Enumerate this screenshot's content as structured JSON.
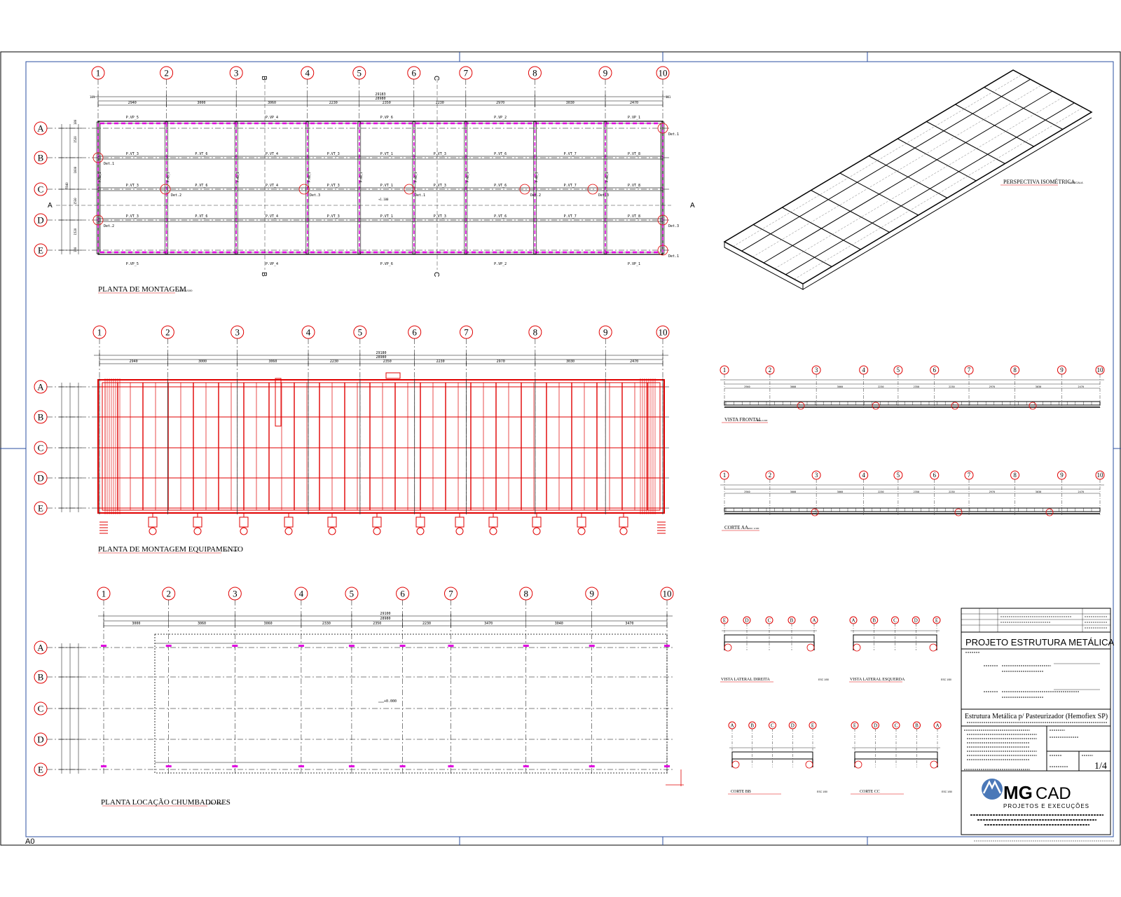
{
  "sheet": {
    "format": "A0",
    "colors": {
      "frame": "#000000",
      "blue": "#2b4fa0",
      "magenta": "#e000e0",
      "red": "#e00000",
      "grid": "#000000"
    }
  },
  "grid_columns": [
    "1",
    "2",
    "3",
    "4",
    "5",
    "6",
    "7",
    "8",
    "9",
    "10"
  ],
  "grid_rows": [
    "A",
    "B",
    "C",
    "D",
    "E"
  ],
  "plan1": {
    "title": "PLANTA DE MONTAGEM",
    "tag": "ESC: 1/100",
    "dim_total_outer": "29183",
    "dim_total": "28980",
    "dim_edge": "101",
    "spans": [
      "2940",
      "3000",
      "3060",
      "2230",
      "2350",
      "2230",
      "2970",
      "3030",
      "2470"
    ],
    "row_dims": [
      "180",
      "1520",
      "1600",
      "1530",
      "1520",
      "180"
    ],
    "row_total": "7840",
    "top_beams": [
      "P.VP_5",
      "P.VP_4",
      "P.VP_6",
      "P.VP_2",
      "P.VP_1"
    ],
    "mid_beams": [
      "P.VT_3",
      "P.VT_6",
      "P.VT_4",
      "P.VT_3",
      "P.VT_1",
      "P.VT_3",
      "P.VT_6",
      "P.VT_7",
      "P.VT_8"
    ],
    "cross_beams": [
      "P.VB_1",
      "P.VB_1",
      "P.VB_1",
      "P.VB_1",
      "P.VB_1",
      "P.VB_1",
      "P.VB_1",
      "P.VB_1",
      "P.VB_1"
    ],
    "details": [
      "Det.1",
      "Det.2",
      "Det.3"
    ],
    "section_marks": [
      "A",
      "B",
      "C"
    ],
    "elevation": "+1.100"
  },
  "plan2": {
    "title": "PLANTA DE MONTAGEM EQUIPAMENTO",
    "tag": "ESC: 1/100",
    "dim_total_outer": "29180",
    "dim_total": "28980",
    "spans": [
      "2940",
      "3000",
      "3060",
      "2230",
      "2350",
      "2230",
      "2970",
      "3030",
      "2470"
    ]
  },
  "plan3": {
    "title": "PLANTA LOCAÇÃO CHUMBADORES",
    "tag": "ESC: 1/100",
    "dim_total_outer": "29100",
    "dim_total": "28980",
    "spans": [
      "3000",
      "3060",
      "3060",
      "2330",
      "2350",
      "2230",
      "3470",
      "3040",
      "3470"
    ],
    "elevation": "+0.000"
  },
  "iso": {
    "label": "PERSPECTIVA ISOMÉTRICA",
    "tag": "S/ ESCALA"
  },
  "elev_front": {
    "label": "VISTA FRONTAL",
    "tag": "ESC: 1/100"
  },
  "elev_section": {
    "label": "CORTE AA",
    "tag": "ESC: 1/100"
  },
  "small_views": [
    {
      "label": "VISTA LATERAL DIREITA",
      "tag": "ESC 1/50",
      "cols": [
        "E",
        "D",
        "C",
        "B",
        "A"
      ]
    },
    {
      "label": "VISTA LATERAL ESQUERDA",
      "tag": "ESC 1/50",
      "cols": [
        "A",
        "B",
        "C",
        "D",
        "E"
      ]
    },
    {
      "label": "CORTE BB",
      "tag": "ESC 1/50",
      "cols": [
        "A",
        "B",
        "C",
        "D",
        "E"
      ]
    },
    {
      "label": "CORTE CC",
      "tag": "ESC 1/50",
      "cols": [
        "E",
        "D",
        "C",
        "B",
        "A"
      ]
    }
  ],
  "title_block": {
    "project_title": "PROJETO ESTRUTURA METÁLICA",
    "project_name": "Estrutura Metálica p/ Pasteurizador (Hemofiex SP)",
    "sheet_number": "1/4",
    "company_name": "CAD",
    "company_tagline": "PROJETOS E EXECUÇÕES"
  }
}
